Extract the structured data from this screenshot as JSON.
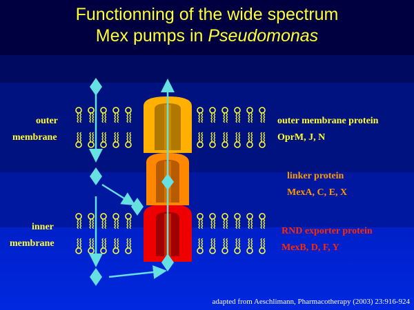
{
  "title": {
    "line1": "Functionning of the wide spectrum",
    "line2_prefix": "Mex pumps in ",
    "line2_italic": "Pseudomonas"
  },
  "left_labels": {
    "outer_line1": "outer",
    "outer_line2": "membrane",
    "inner_line1": "inner",
    "inner_line2": "membrane"
  },
  "right_labels": {
    "omp_title": "outer membrane protein",
    "omp_names": "OprM, J, N",
    "linker_title": "linker protein",
    "linker_names": "MexA, C, E, X",
    "rnd_title": "RND exporter protein",
    "rnd_names": "MexB, D, F, Y"
  },
  "credit": "adapted from Aeschlimann, Pharmacotherapy (2003) 23:916-924",
  "colors": {
    "title": "#ffff33",
    "outer_protein": "#ffb000",
    "linker_protein": "#ff8800",
    "rnd_protein": "#ee0000",
    "substrate": "#66e0e0",
    "lipid": "#ffff33"
  }
}
